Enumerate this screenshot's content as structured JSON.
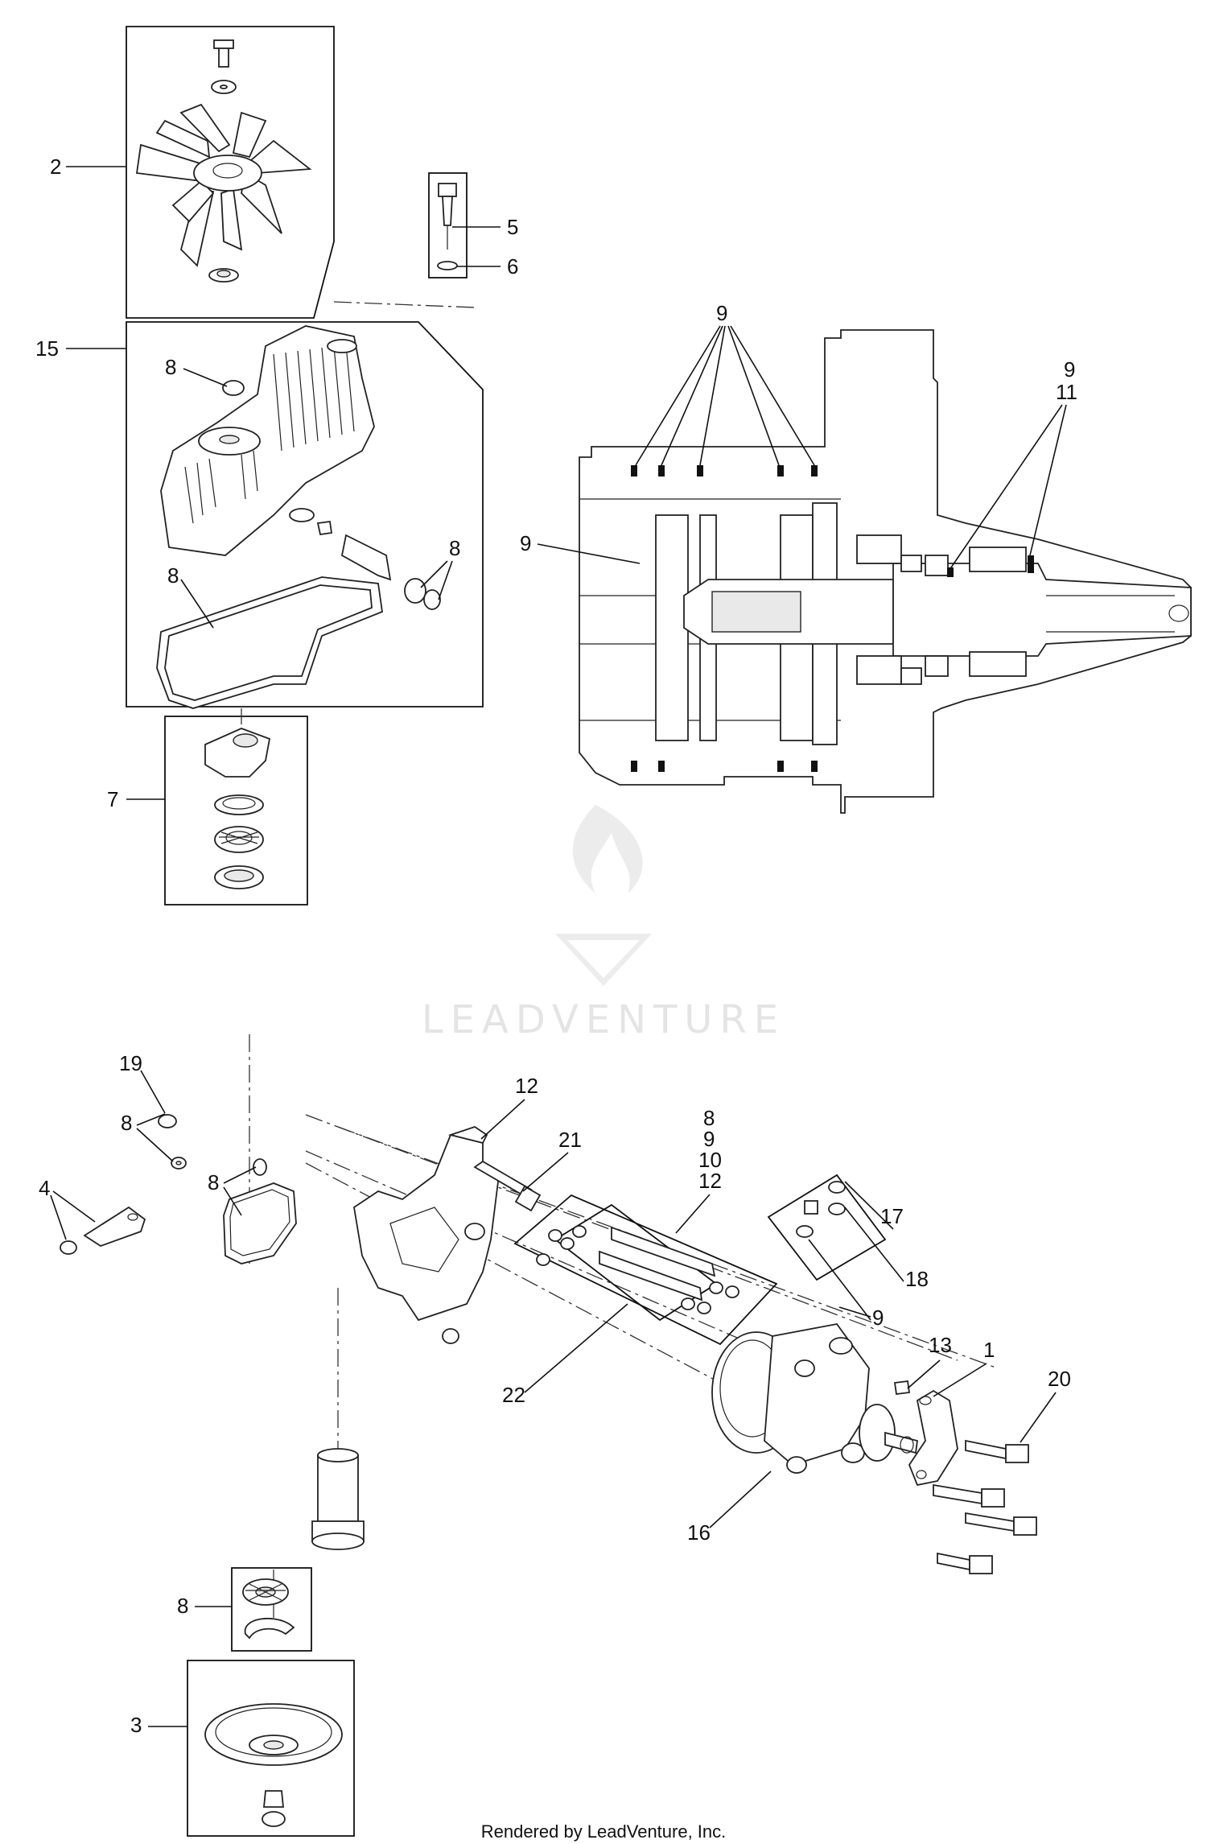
{
  "callouts": {
    "c2": "2",
    "c5": "5",
    "c6": "6",
    "c8a": "8",
    "c15": "15",
    "c8b": "8",
    "c8c": "8",
    "c7": "7",
    "c9top": "9",
    "c9right": "9",
    "c11": "11",
    "c9left": "9",
    "c19": "19",
    "c8d": "8",
    "c4": "4",
    "c8e": "8",
    "c12a": "12",
    "c21": "21",
    "c8stack": "8",
    "c9stack": "9",
    "c10stack": "10",
    "c12stack": "12",
    "c17": "17",
    "c18": "18",
    "c9f": "9",
    "c13": "13",
    "c1": "1",
    "c20": "20",
    "c22": "22",
    "c16": "16",
    "c8g": "8",
    "c3": "3"
  },
  "watermark": {
    "text": "LEADVENTURE"
  },
  "footer": {
    "text": "Rendered by LeadVenture, Inc."
  },
  "colors": {
    "line": "#111111",
    "watermark": "#e4e4e4",
    "background": "#ffffff"
  }
}
